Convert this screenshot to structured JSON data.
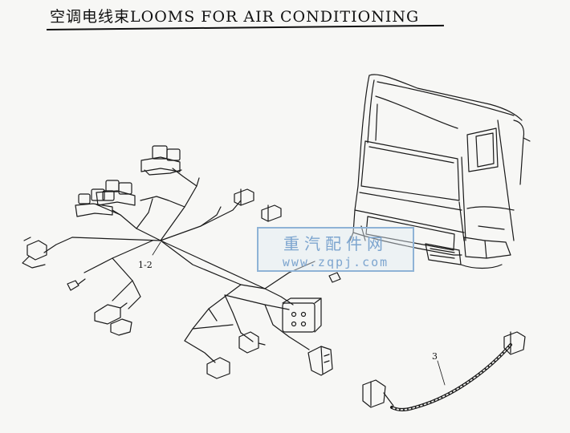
{
  "header": {
    "title": "空调电线束LOOMS FOR AIR CONDITIONING"
  },
  "callouts": {
    "harness_main": "1-2",
    "harness_secondary": "3"
  },
  "watermark": {
    "text_cn": "重汽配件网",
    "url": "www.zqpj.com",
    "color": "#7da5cf"
  }
}
